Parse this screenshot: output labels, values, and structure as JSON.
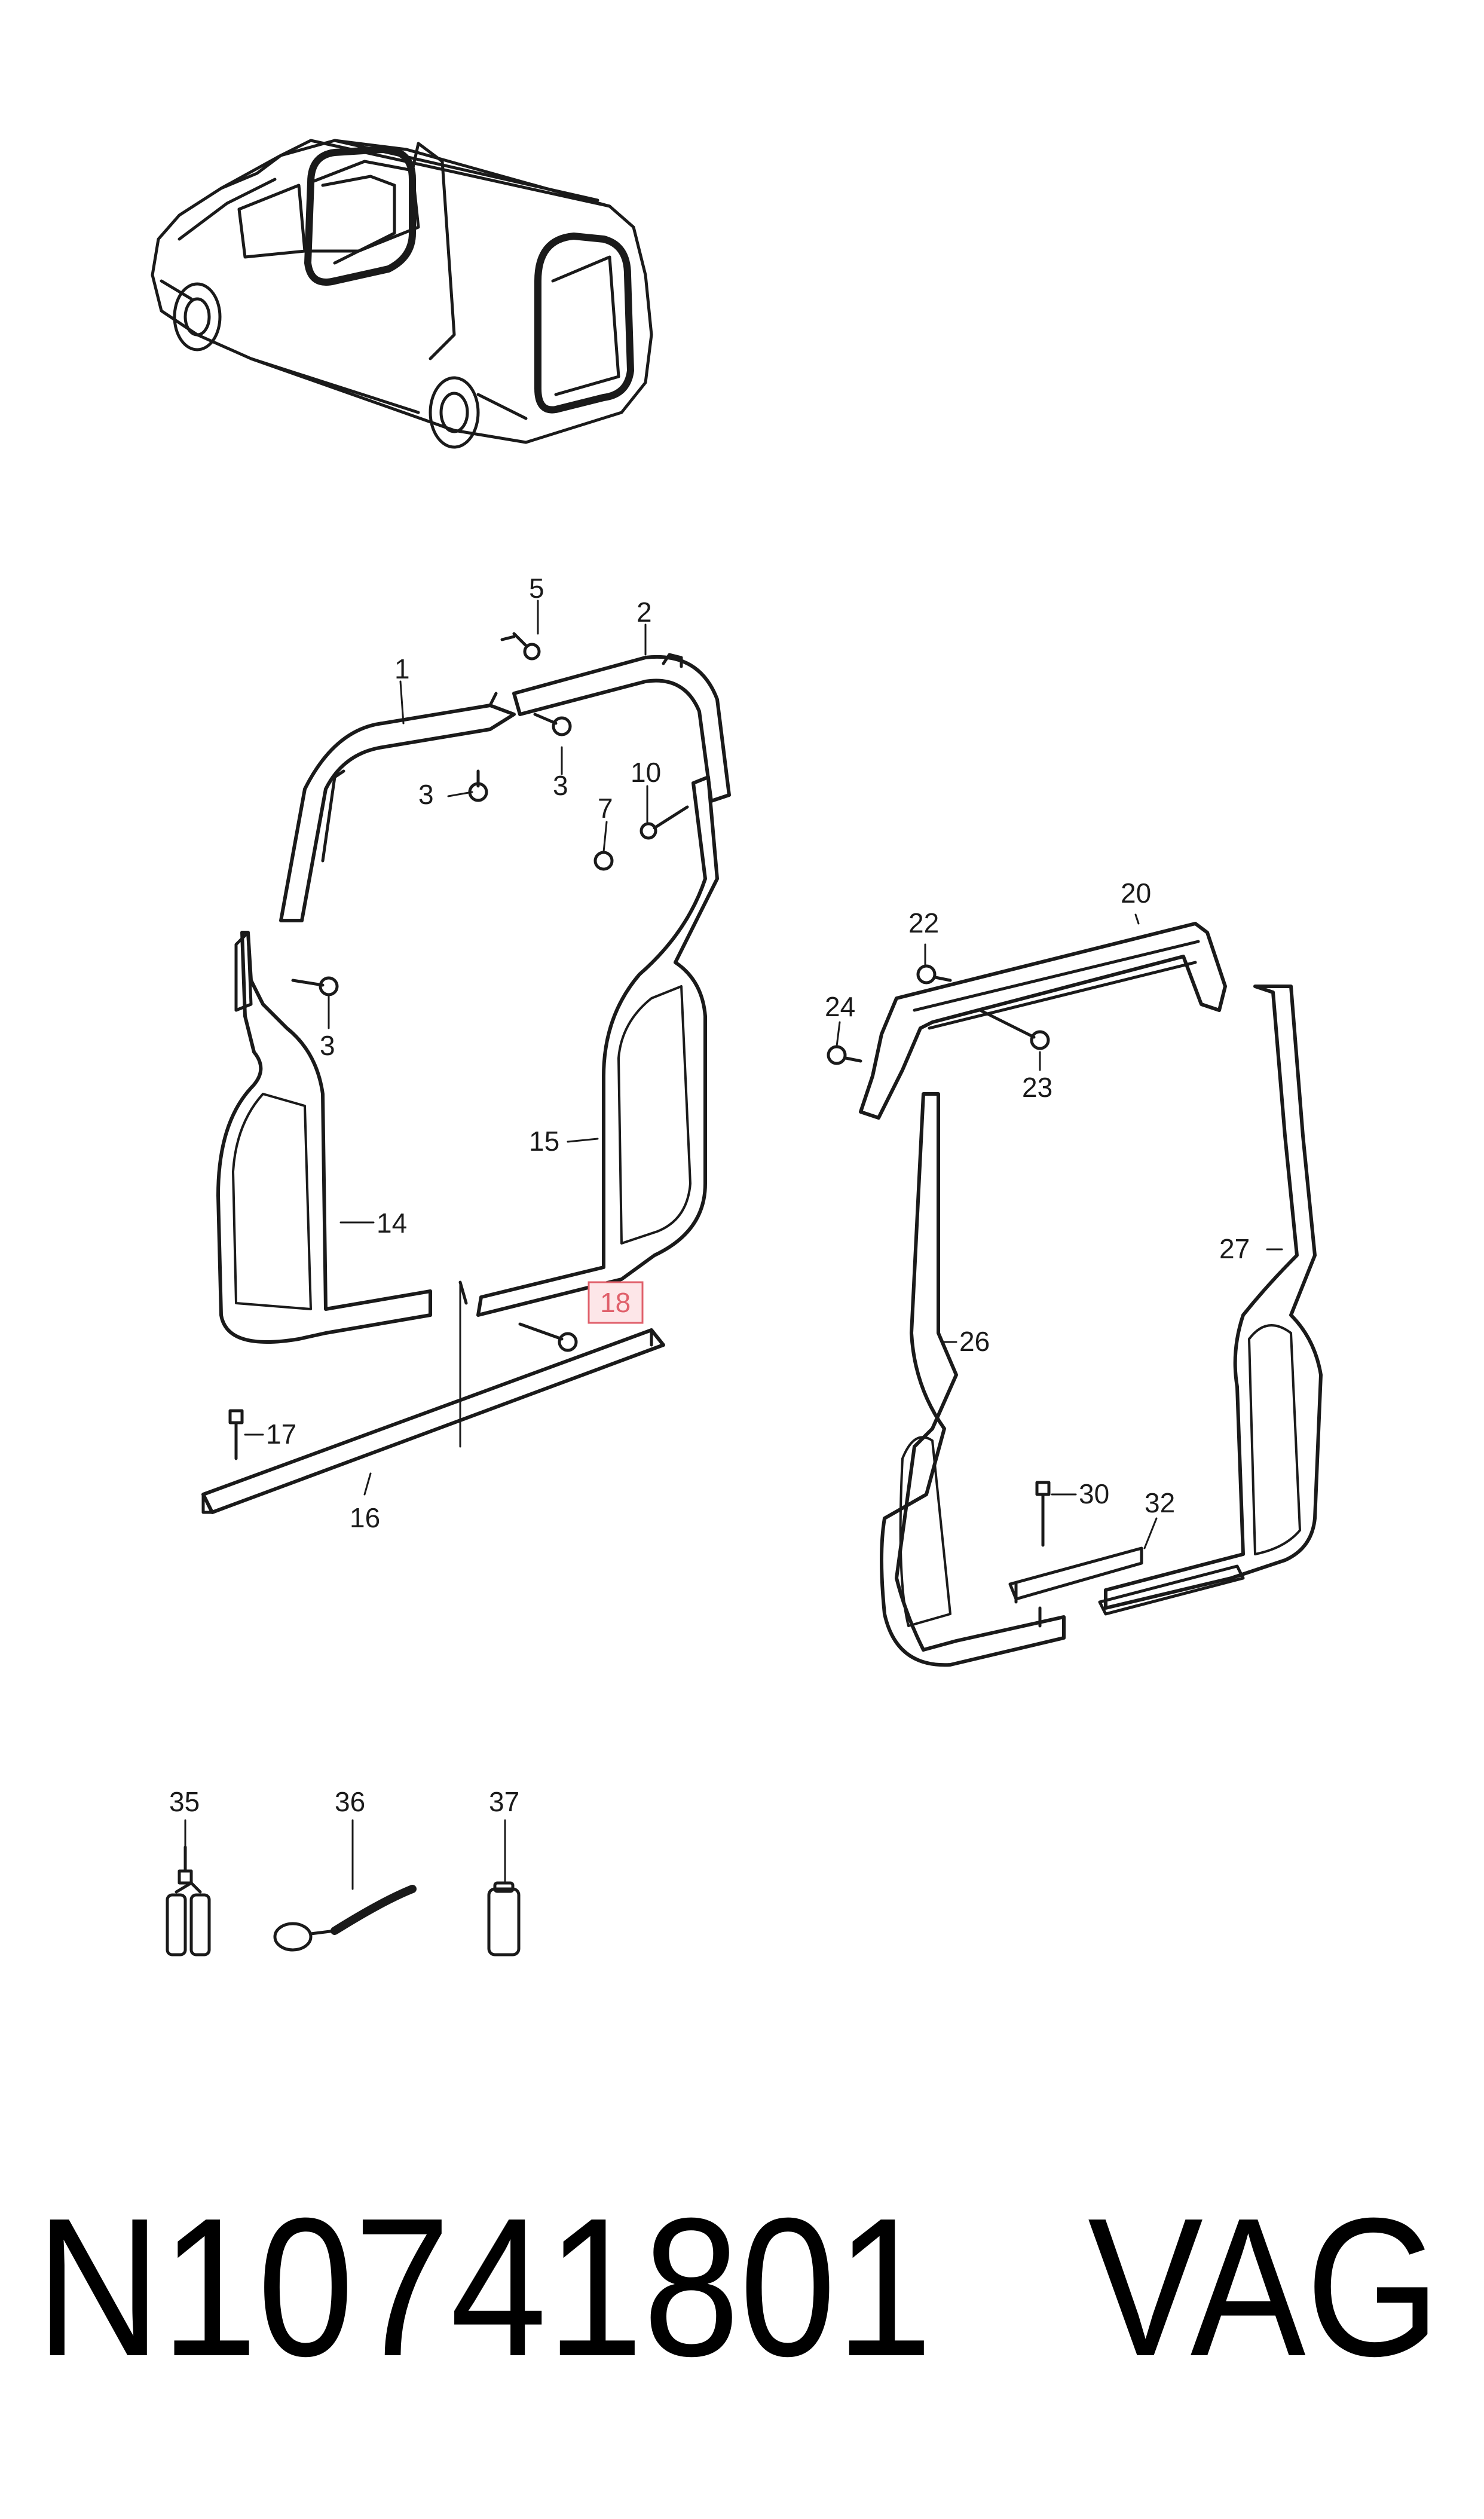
{
  "callouts": {
    "c1": "1",
    "c2": "2",
    "c3a": "3",
    "c3b": "3",
    "c3c": "3",
    "c5": "5",
    "c7": "7",
    "c10": "10",
    "c14": "14",
    "c15": "15",
    "c16": "16",
    "c17": "17",
    "c18": "18",
    "c20": "20",
    "c22": "22",
    "c23": "23",
    "c24": "24",
    "c26": "26",
    "c27": "27",
    "c30": "30",
    "c32": "32",
    "c35": "35",
    "c36": "36",
    "c37": "37"
  },
  "highlight": {
    "part": "18",
    "color": "#e0606b",
    "fill": "#fde6e8"
  },
  "footer": {
    "part_number": "N10741801",
    "brand": "VAG"
  },
  "colors": {
    "line": "#1a1a1a",
    "fill": "#ffffff"
  }
}
